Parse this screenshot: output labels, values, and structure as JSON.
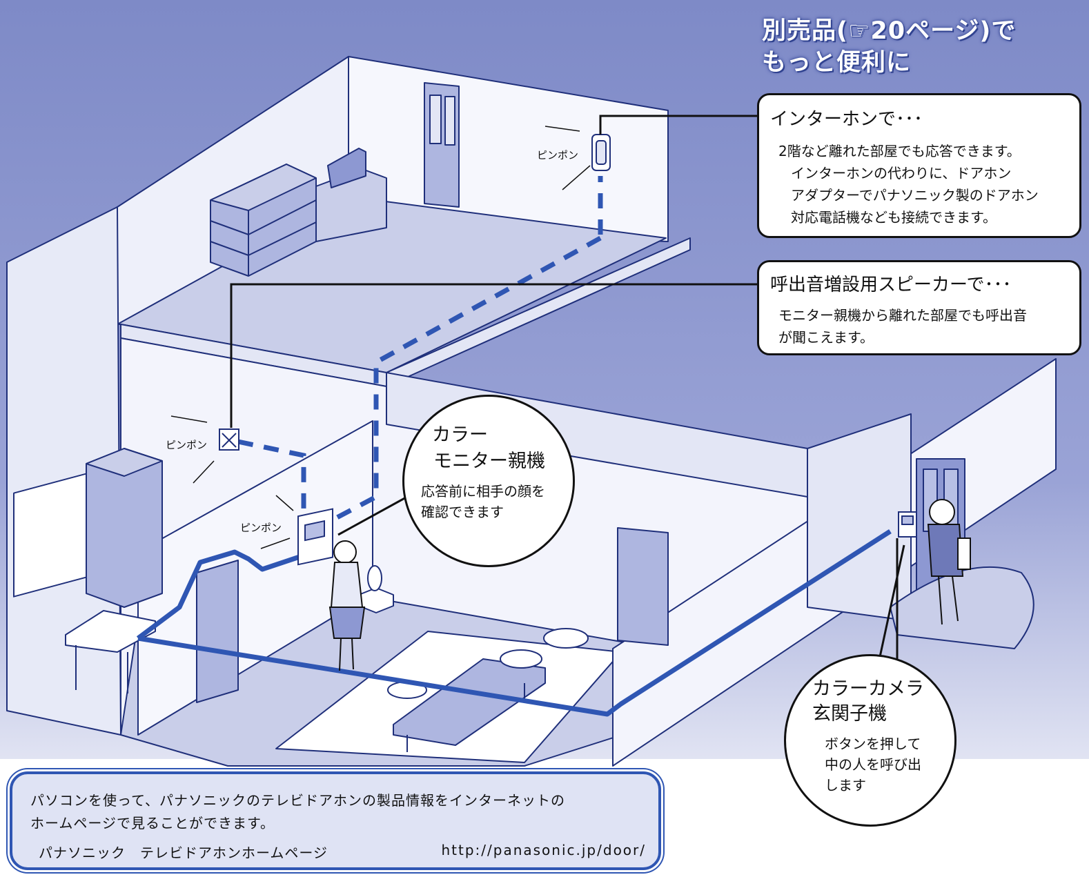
{
  "heading": {
    "line1": "別売品(☞20ページ)で",
    "line2": "もっと便利に"
  },
  "callouts": {
    "intercom": {
      "title": "インターホンで･･･",
      "line1": "2階など離れた部屋でも応答できます。",
      "line2": "インターホンの代わりに、ドアホン",
      "line3": "アダプターでパナソニック製のドアホン",
      "line4": "対応電話機なども接続できます。"
    },
    "speaker": {
      "title": "呼出音増設用スピーカーで･･･",
      "line1": "モニター親機から離れた部屋でも呼出音",
      "line2": "が聞こえます。"
    },
    "monitor": {
      "title1": "カラー",
      "title2": "モニター親機",
      "line1": "応答前に相手の顔を",
      "line2": "確認できます"
    },
    "camera": {
      "title1": "カラーカメラ",
      "title2": "玄関子機",
      "line1": "ボタンを押して",
      "line2": "中の人を呼び出",
      "line3": "します"
    }
  },
  "sound_labels": {
    "upstairs": "ピンポン",
    "speaker": "ピンポン",
    "monitor": "ピンポン"
  },
  "info": {
    "line1": "パソコンを使って、パナソニックのテレビドアホンの製品情報をインターネットの",
    "line2": "ホームページで見ることができます。",
    "site_name": "パナソニック　テレビドアホンホームページ",
    "url": "http://panasonic.jp/door/"
  },
  "colors": {
    "sky": "#7f8bc8",
    "wall": "#eef0fa",
    "floor": "#c9cee9",
    "line": "#2f56b3",
    "outline": "#1f2f7a"
  }
}
